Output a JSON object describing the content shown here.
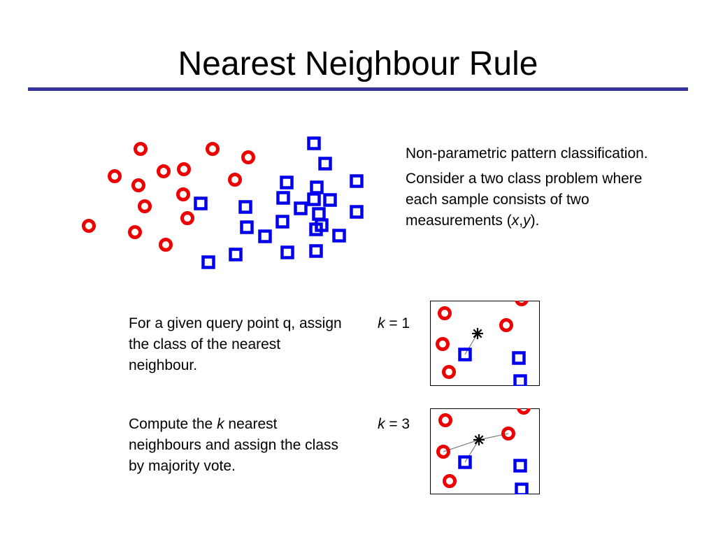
{
  "slide": {
    "title": "Nearest Neighbour Rule",
    "accent_color": "#333399"
  },
  "intro": {
    "line1": "Non-parametric pattern classification.",
    "line2_a": "Consider a two class problem where each sample consists of two measurements (",
    "line2_x": "x",
    "line2_comma": ",",
    "line2_y": "y",
    "line2_b": ")."
  },
  "nn_text": "For a given query point q, assign the class of the nearest neighbour.",
  "knn_text": {
    "a": "Compute the ",
    "k": "k",
    "b": " nearest neighbours and assign the class by majority vote."
  },
  "k1_label": {
    "k": "k",
    "rest": " = 1"
  },
  "k3_label": {
    "k": "k",
    "rest": " = 3"
  },
  "colors": {
    "circle_class": "#ee0000",
    "square_class": "#0000ee",
    "query_point": "#000000"
  },
  "scatter": {
    "circles": [
      [
        201,
        213
      ],
      [
        304,
        213
      ],
      [
        355,
        225
      ],
      [
        164,
        252
      ],
      [
        234,
        245
      ],
      [
        263,
        242
      ],
      [
        198,
        265
      ],
      [
        336,
        257
      ],
      [
        262,
        278
      ],
      [
        207,
        295
      ],
      [
        268,
        312
      ],
      [
        127,
        323
      ],
      [
        193,
        332
      ],
      [
        237,
        350
      ]
    ],
    "squares": [
      [
        449,
        205
      ],
      [
        465,
        234
      ],
      [
        410,
        261
      ],
      [
        453,
        268
      ],
      [
        510,
        259
      ],
      [
        287,
        291
      ],
      [
        351,
        296
      ],
      [
        405,
        283
      ],
      [
        449,
        285
      ],
      [
        472,
        286
      ],
      [
        430,
        298
      ],
      [
        510,
        303
      ],
      [
        456,
        306
      ],
      [
        404,
        317
      ],
      [
        353,
        325
      ],
      [
        460,
        322
      ],
      [
        452,
        328
      ],
      [
        379,
        338
      ],
      [
        485,
        337
      ],
      [
        337,
        364
      ],
      [
        411,
        361
      ],
      [
        452,
        359
      ],
      [
        298,
        375
      ]
    ]
  },
  "examples": {
    "k1": {
      "circles": [
        [
          746,
          428
        ],
        [
          636,
          448
        ],
        [
          724,
          465
        ],
        [
          633,
          492
        ],
        [
          642,
          532
        ]
      ],
      "squares": [
        [
          665,
          507
        ],
        [
          742,
          512
        ],
        [
          744,
          545
        ]
      ],
      "query": [
        683,
        477
      ],
      "neighbors": [
        [
          665,
          507
        ]
      ]
    },
    "k3": {
      "circles": [
        [
          749,
          583
        ],
        [
          637,
          601
        ],
        [
          727,
          620
        ],
        [
          634,
          646
        ],
        [
          643,
          688
        ]
      ],
      "squares": [
        [
          665,
          661
        ],
        [
          744,
          666
        ],
        [
          746,
          700
        ]
      ],
      "query": [
        685,
        629
      ],
      "neighbors": [
        [
          727,
          620
        ],
        [
          634,
          646
        ],
        [
          665,
          661
        ]
      ]
    }
  }
}
